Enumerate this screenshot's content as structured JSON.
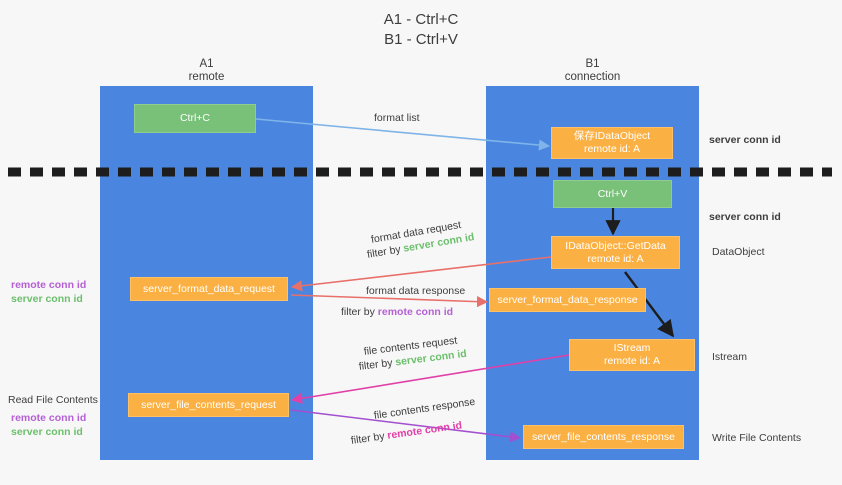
{
  "title": "A1 - Ctrl+C\nB1 - Ctrl+V",
  "lanes": [
    {
      "name": "A1",
      "sub": "remote"
    },
    {
      "name": "B1",
      "sub": "connection"
    }
  ],
  "nodes": {
    "ctrl_c": {
      "line1": "Ctrl+C"
    },
    "save_idataobject": {
      "line1": "保存IDataObject",
      "line2": "remote id: A"
    },
    "ctrl_v": {
      "line1": "Ctrl+V"
    },
    "idataobject_getdata": {
      "line1": "IDataObject::GetData",
      "line2": "remote id: A"
    },
    "format_data_request": {
      "line1": "server_format_data_request"
    },
    "format_data_response": {
      "line1": "server_format_data_response"
    },
    "istream": {
      "line1": "IStream",
      "line2": "remote id: A"
    },
    "file_contents_request": {
      "line1": "server_file_contents_request"
    },
    "file_contents_response": {
      "line1": "server_file_contents_response"
    }
  },
  "edges": {
    "format_list": "format list",
    "format_data_request": "format data request",
    "format_data_request_filter": {
      "prefix": "filter by ",
      "value": "server conn id"
    },
    "format_data_response": "format data response",
    "format_data_response_filter": {
      "prefix": "filter by ",
      "value": "remote conn id"
    },
    "file_contents_request": "file contents request",
    "file_contents_request_filter": {
      "prefix": "filter by ",
      "value": "server conn id"
    },
    "file_contents_response": "file contents response",
    "file_contents_response_filter": {
      "prefix": "filter by ",
      "value": "remote conn id"
    }
  },
  "left_notes": {
    "format_remote": "remote conn id",
    "format_server": "server conn id",
    "read_file_contents": "Read File Contents",
    "file_remote": "remote conn id",
    "file_server": "server conn id"
  },
  "right_notes": {
    "server_conn_top": "server conn id",
    "server_conn_mid": "server conn id",
    "dataobject": "DataObject",
    "istream": "Istream",
    "write_file_contents": "Write File Contents"
  },
  "colors": {
    "lane": "#4a86e0",
    "green_node": "#79c079",
    "orange_node": "#fbb043",
    "blue_arrow": "#7fb4e8",
    "red_arrow": "#e8706a",
    "magenta_arrow": "#e040a8",
    "purple_arrow": "#a24fd0",
    "dark_arrow": "#1d1d1d",
    "background": "#f7f7f7",
    "remote_conn_id": "#b560d4",
    "server_conn_id": "#6cbf6c"
  }
}
